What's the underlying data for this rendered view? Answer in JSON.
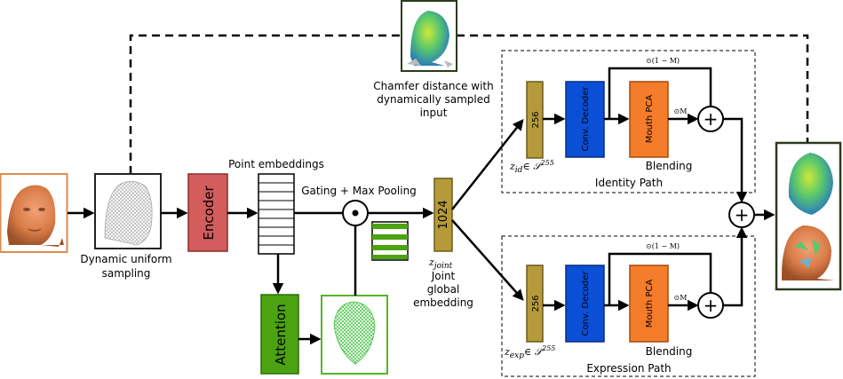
{
  "labels": {
    "point_embeddings": "Point embeddings",
    "gating_pooling": "Gating + Max Pooling",
    "encoder": "Encoder",
    "attention": "Attention",
    "dynamic_sampling_1": "Dynamic uniform",
    "dynamic_sampling_2": "sampling",
    "chamfer_1": "Chamfer distance with",
    "chamfer_2": "dynamically sampled",
    "chamfer_3": "input",
    "joint_size": "1024",
    "z_joint": "z",
    "z_joint_sub": "joint",
    "joint_1": "Joint",
    "joint_2": "global",
    "joint_3": "embedding",
    "id_size": "256",
    "exp_size": "256",
    "conv_decoder_id": "Conv. Decoder",
    "conv_decoder_exp": "Conv. Decoder",
    "mouth_pca_id": "Mouth PCA",
    "mouth_pca_exp": "Mouth PCA",
    "blending_id": "Blending",
    "blending_exp": "Blending",
    "identity_path": "Identity Path",
    "expression_path": "Expression Path",
    "z_id": "z",
    "z_id_sub": "id",
    "z_id_set": "∈ 𝒮",
    "z_id_sup": "255",
    "z_exp": "z",
    "z_exp_sub": "exp",
    "z_exp_set": "∈ 𝒮",
    "z_exp_sup": "255",
    "mask_inv_id": "⊙(1 − M)",
    "mask_id": "⊙M",
    "mask_inv_exp": "⊙(1 − M)",
    "mask_exp": "⊙M",
    "plus": "+",
    "gate": "•"
  },
  "colors": {
    "encoder": "#d35c5c",
    "attention": "#4ca311",
    "latent": "#b59a3a",
    "decoder": "#0b4fd6",
    "mouth_pca": "#f57c2a",
    "input_frame": "#e08a4c",
    "mesh_frame": "#333333",
    "attention_frame": "#55b52a",
    "output_frame": "#2d3a1e"
  }
}
